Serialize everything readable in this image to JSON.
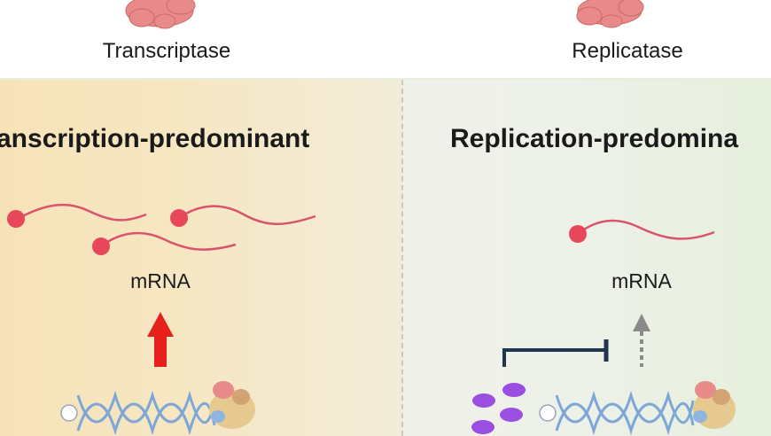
{
  "enzymes": {
    "left_label": "Transcriptase",
    "right_label": "Replicatase"
  },
  "panels": {
    "left": {
      "title": "anscription-predominant",
      "mrna_label": "mRNA"
    },
    "right": {
      "title": "Replication-predomina",
      "mrna_label": "mRNA"
    }
  },
  "colors": {
    "mrna": "#e8475b",
    "mrna_strand": "#d9546a",
    "arrow_up": "#e8201c",
    "arrow_dashed": "#8a8a8a",
    "inhibitor": "#1f3550",
    "ellipse_purple": "#9b4fe0",
    "enzyme_pink": "#e88a8a",
    "dna_blue": "#7ea7d8"
  }
}
